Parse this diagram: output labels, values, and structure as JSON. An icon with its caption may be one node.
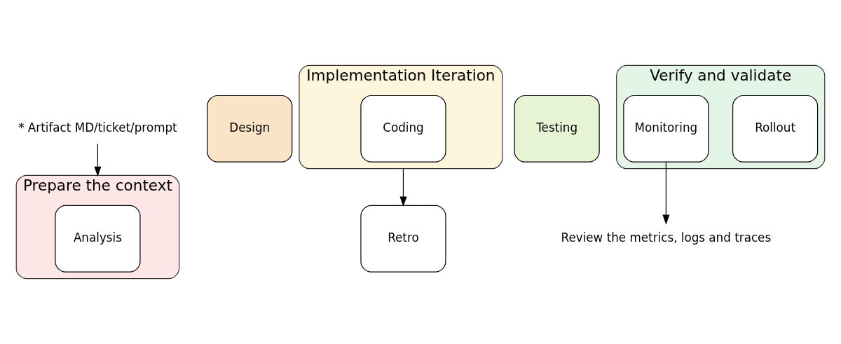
{
  "diagram": {
    "nodes": [
      {
        "text": [
          "Prepare the context"
        ]
      },
      {
        "text": [
          "Analysis"
        ],
        "in": 0
      },
      {
        "text": [
          "Design"
        ]
      },
      {
        "text": [
          "Implementation Iteration"
        ]
      },
      {
        "text": [
          "Coding"
        ],
        "in": 3
      },
      {
        "text": [
          "Testing"
        ]
      },
      {
        "text": [
          "Verify and validate"
        ]
      },
      {
        "text": [
          "Rollout"
        ],
        "in": 6
      },
      {
        "text": [
          "Monitoring"
        ],
        "in": 6
      },
      {
        "text": [
          "Retro"
        ]
      },
      {
        "text": [
          "Review the metrics, logs and traces"
        ]
      },
      {
        "text": [
          "* Artifact MD/ticket/prompt"
        ]
      }
    ],
    "edges": [
      {
        "from": 8,
        "to": 10,
        "arrow": "to"
      },
      {
        "from": 11,
        "to": 0,
        "arrow": "to"
      },
      {
        "from": 3,
        "to": 9,
        "arrow": "to"
      }
    ]
  }
}
